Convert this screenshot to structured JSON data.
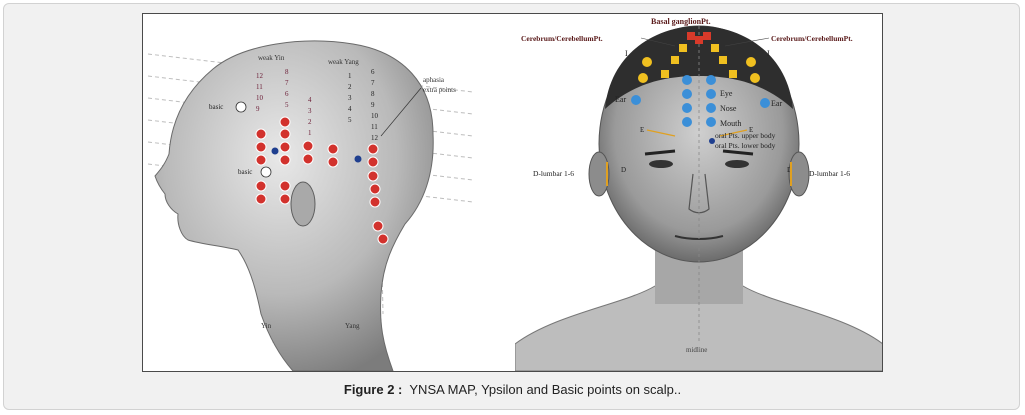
{
  "caption": {
    "label": "Figure 2 :",
    "text": "YNSA MAP, Ypsilon and Basic  points on scalp.."
  },
  "left_panel": {
    "labels": {
      "weak_yin": "weak Yin",
      "weak_yang": "weak Yang",
      "aphasia": "aphasia",
      "extra_points": "extra points",
      "basic": "basic",
      "yin": "Yin",
      "yang": "Yang"
    },
    "colors": {
      "red_point": "#d2322d",
      "blue_point": "#1f3f8f"
    },
    "yin_numbers": [
      "12",
      "11",
      "10",
      "9",
      "8",
      "7",
      "6",
      "5",
      "4",
      "3",
      "2",
      "1"
    ],
    "yang_numbers": [
      "1",
      "2",
      "3",
      "4",
      "5",
      "6",
      "7",
      "8",
      "9",
      "10",
      "11",
      "12"
    ]
  },
  "right_panel": {
    "labels": {
      "basal_ganglion": "Basal ganglionPt.",
      "cerebrum_left": "Cerebrum/CerebellumPt.",
      "cerebrum_right": "Cerebrum/CerebellumPt.",
      "eye": "Eye",
      "nose": "Nose",
      "mouth": "Mouth",
      "ear_left": "Ear",
      "ear_right": "Ear",
      "oral_upper": "oral Pts. upper body",
      "oral_lower": "oral Pts. lower body",
      "d_lumbar_left": "D-lumbar 1-6",
      "d_lumbar_right": "D-lumbar 1-6",
      "midline": "midline",
      "i_left": "I",
      "i_right": "I",
      "e_left": "E",
      "e_right": "E",
      "d_left": "D",
      "d_right": "D"
    },
    "colors": {
      "yellow_point": "#f0c020",
      "blue_point": "#3b8fd8",
      "red_point": "#d83a2a"
    }
  }
}
